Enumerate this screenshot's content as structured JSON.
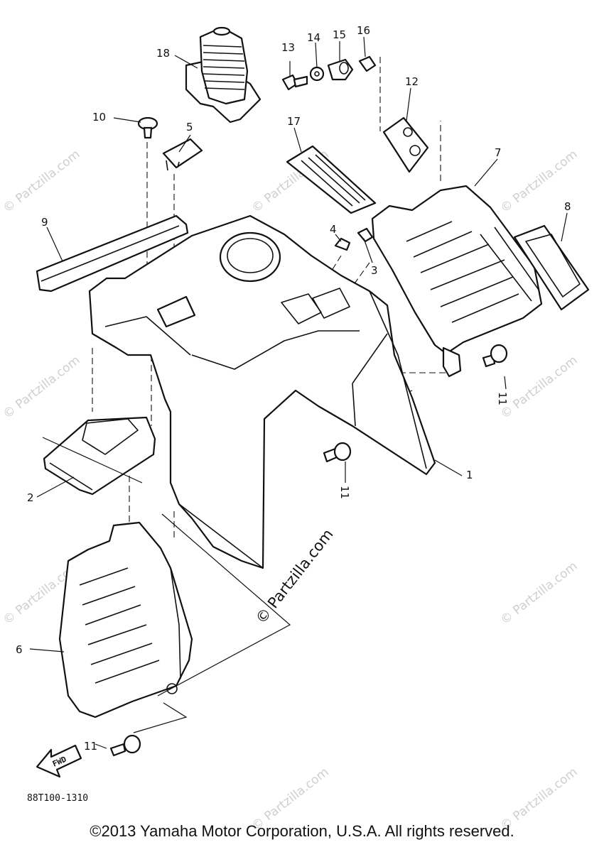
{
  "diagram": {
    "callouts": [
      {
        "id": "1",
        "label": "1"
      },
      {
        "id": "2",
        "label": "2"
      },
      {
        "id": "3",
        "label": "3"
      },
      {
        "id": "4",
        "label": "4"
      },
      {
        "id": "5",
        "label": "5"
      },
      {
        "id": "6",
        "label": "6"
      },
      {
        "id": "7",
        "label": "7"
      },
      {
        "id": "8",
        "label": "8"
      },
      {
        "id": "9",
        "label": "9"
      },
      {
        "id": "10",
        "label": "10"
      },
      {
        "id": "11a",
        "label": "11"
      },
      {
        "id": "11b",
        "label": "11"
      },
      {
        "id": "11c",
        "label": "11"
      },
      {
        "id": "12",
        "label": "12"
      },
      {
        "id": "13",
        "label": "13"
      },
      {
        "id": "14",
        "label": "14"
      },
      {
        "id": "15",
        "label": "15"
      },
      {
        "id": "16",
        "label": "16"
      },
      {
        "id": "17",
        "label": "17"
      },
      {
        "id": "18",
        "label": "18"
      }
    ],
    "fwd_label": "FWD",
    "diagram_code": "88T100-1310",
    "center_watermark": "© Partzilla.com",
    "watermark": "© Partzilla.com"
  },
  "footer": {
    "copyright": "©2013  Yamaha Motor Corporation, U.S.A. All rights reserved."
  }
}
